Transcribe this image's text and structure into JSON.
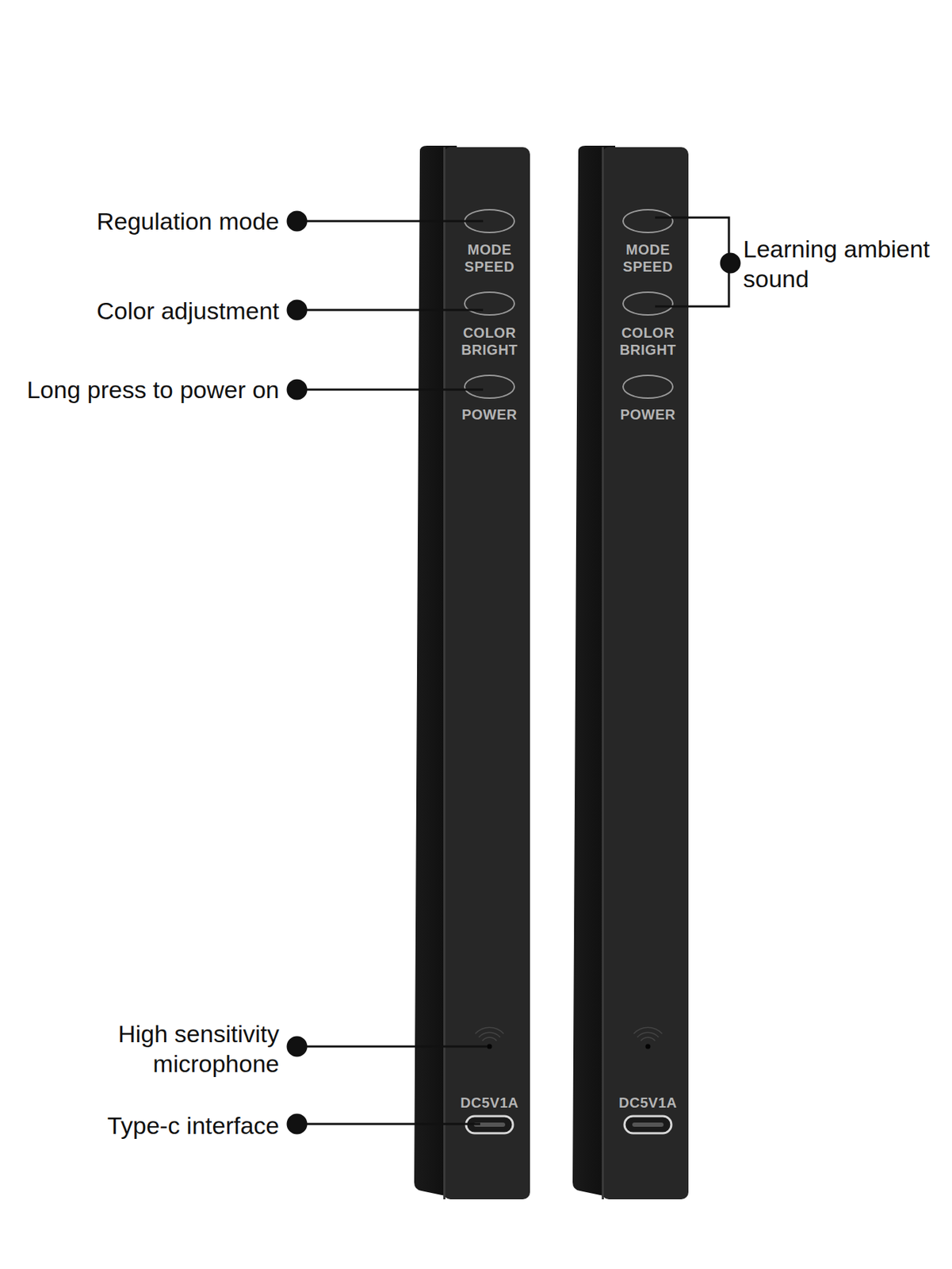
{
  "diagram": {
    "labels": [
      "Regulation mode",
      "Color adjustment",
      "Long press to power on",
      "High sensitivity microphone",
      "Type-c interface",
      "Learning ambient sound",
      "MODE SPEED",
      "COLOR BRIGHT",
      "POWER",
      "DC5V1A",
      "MODE SPEED",
      "COLOR BRIGHT",
      "POWER",
      "DC5V1A"
    ]
  }
}
